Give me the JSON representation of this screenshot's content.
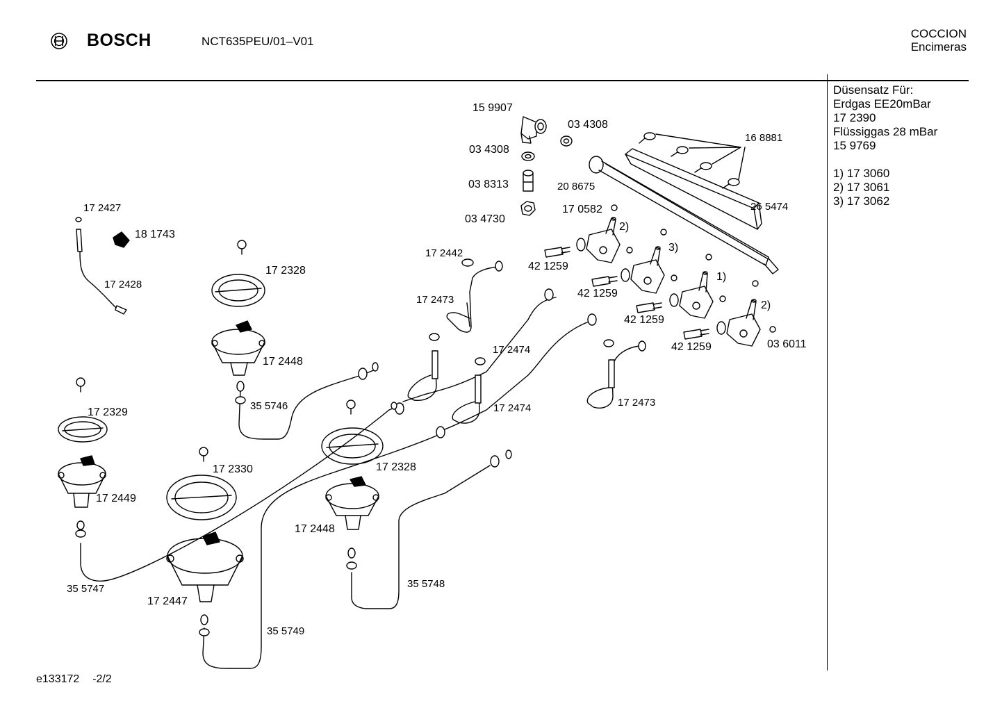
{
  "header": {
    "brand": "BOSCH",
    "model": "NCT635PEU/01–V01",
    "category_line1": "COCCION",
    "category_line2": "Encimeras"
  },
  "side_notes": {
    "line1": "Düsensatz Für:",
    "line2": "Erdgas EE20mBar",
    "line3": "17 2390",
    "line4": "Flüssiggas 28 mBar",
    "line5": "15 9769",
    "variant1": "1) 17 3060",
    "variant2": "2) 17 3061",
    "variant3": "3) 17 3062"
  },
  "labels": {
    "p159907": "15 9907",
    "p034308a": "03 4308",
    "p034308b": "03 4308",
    "p038313": "03 8313",
    "p034730": "03 4730",
    "p208675": "20 8675",
    "p168881": "16 8881",
    "p265474": "26 5474",
    "p170582": "17 0582",
    "v2a": "2)",
    "v3": "3)",
    "v1": "1)",
    "v2b": "2)",
    "p421259a": "42 1259",
    "p421259b": "42 1259",
    "p421259c": "42 1259",
    "p421259d": "42 1259",
    "p036011": "03 6011",
    "p172427": "17 2427",
    "p181743": "18 1743",
    "p172428": "17 2428",
    "p172442": "17 2442",
    "p172473a": "17 2473",
    "p172473b": "17 2473",
    "p172328a": "17 2328",
    "p172328b": "17 2328",
    "p172448a": "17 2448",
    "p172448b": "17 2448",
    "p172474a": "17 2474",
    "p172474b": "17 2474",
    "p355746": "35 5746",
    "p172329": "17 2329",
    "p172330": "17 2330",
    "p172449": "17 2449",
    "p355747": "35 5747",
    "p172447": "17 2447",
    "p355749": "35 5749",
    "p355748": "35 5748"
  },
  "footer": {
    "doc_id": "e133172",
    "page": "-2/2"
  },
  "icons": [
    "bosch-logo-icon"
  ]
}
